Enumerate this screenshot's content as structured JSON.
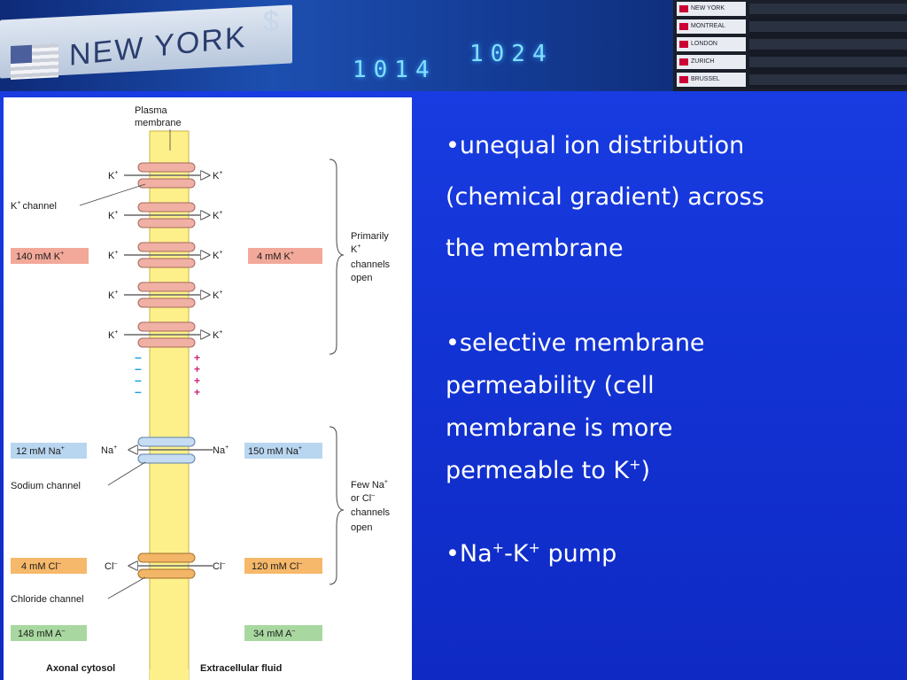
{
  "banner": {
    "city": "NEW YORK",
    "currency_symbol": "$",
    "readout_left": "1014",
    "readout_right": "1024",
    "board_cities": [
      "NEW YORK",
      "MONTREAL",
      "LONDON",
      "ZURICH",
      "BRUSSEL"
    ]
  },
  "figure": {
    "plasma_membrane": [
      "Plasma",
      "membrane"
    ],
    "k_ion": "K",
    "plus": "+",
    "k_channel": "channel",
    "k_inside": "140 mM K",
    "k_outside": "4 mM K",
    "primarily_open": [
      "Primarily",
      "K",
      "channels",
      "open"
    ],
    "minus_sign": "–",
    "plus_sign": "+",
    "na_inside": "12 mM Na",
    "na_ion": "Na",
    "na_outside": "150 mM Na",
    "sodium_channel": "Sodium channel",
    "few_open": [
      "Few Na",
      "or Cl",
      "channels",
      "open"
    ],
    "cl_inside": "4 mM Cl",
    "cl_ion": "Cl",
    "minus": "–",
    "cl_outside": "120 mM Cl",
    "chloride_channel": "Chloride channel",
    "a_inside": "148 mM A",
    "a_outside": "34 mM A",
    "axonal_cytosol": "Axonal cytosol",
    "extracellular_fluid": "Extracellular fluid",
    "colors": {
      "membrane": "#fdf08a",
      "membrane_edge": "#c9b24a",
      "k_box": "#f2a99a",
      "na_box": "#b9d6f0",
      "cl_box": "#f6b86a",
      "a_box": "#a8d8a0",
      "k_channel": "#f0b1a4",
      "na_channel": "#c5dcf3",
      "cl_channel": "#f3b567",
      "negative": "#1aa0e0",
      "positive": "#d0207a"
    }
  },
  "bullets": {
    "b1": [
      "•unequal ion distribution",
      "(chemical gradient) across",
      "the membrane"
    ],
    "b2": [
      "•selective membrane",
      "permeability (cell",
      "membrane is more",
      "permeable to K"
    ],
    "b2_sup": "+",
    "b2_tail": ")",
    "b3_pre": "•Na",
    "b3_sup1": "+",
    "b3_mid": "-K",
    "b3_sup2": "+",
    "b3_post": " pump"
  }
}
